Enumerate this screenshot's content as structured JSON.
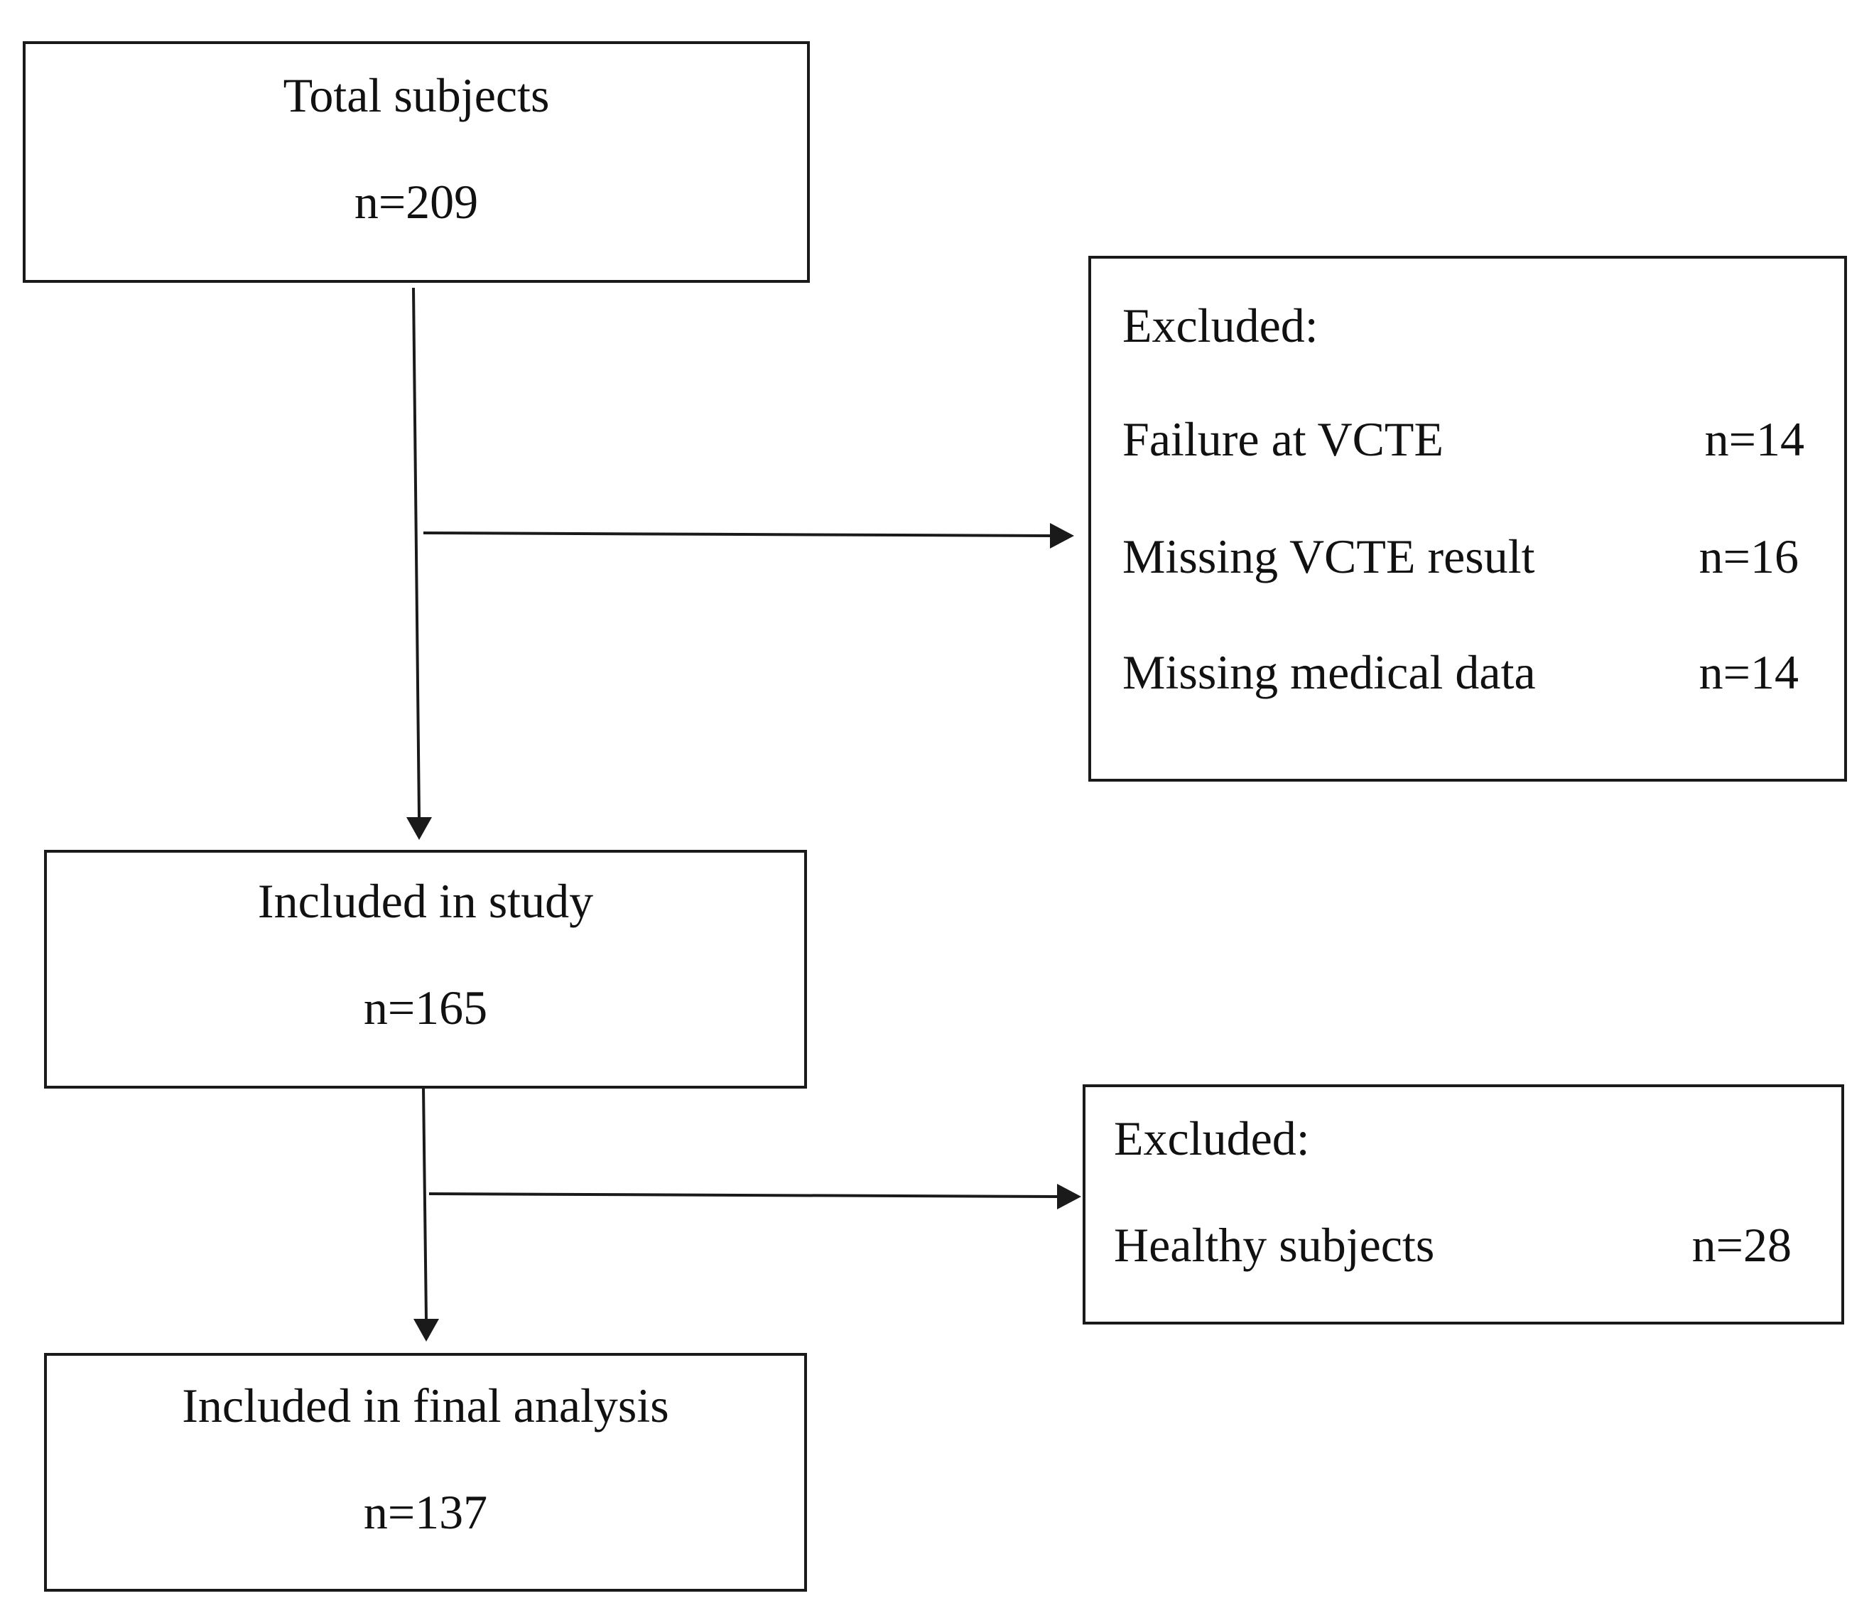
{
  "total": {
    "label": "Total subjects",
    "count": "n=209"
  },
  "excluded_1": {
    "heading": "Excluded:",
    "items": [
      {
        "reason": "Failure at VCTE",
        "count": "n=14"
      },
      {
        "reason": "Missing VCTE result",
        "count": "n=16"
      },
      {
        "reason": "Missing medical data",
        "count": "n=14"
      }
    ]
  },
  "included_study": {
    "label": "Included in study",
    "count": "n=165"
  },
  "excluded_2": {
    "heading": "Excluded:",
    "items": [
      {
        "reason": "Healthy subjects",
        "count": "n=28"
      }
    ]
  },
  "final": {
    "label": "Included in final analysis",
    "count": "n=137"
  }
}
